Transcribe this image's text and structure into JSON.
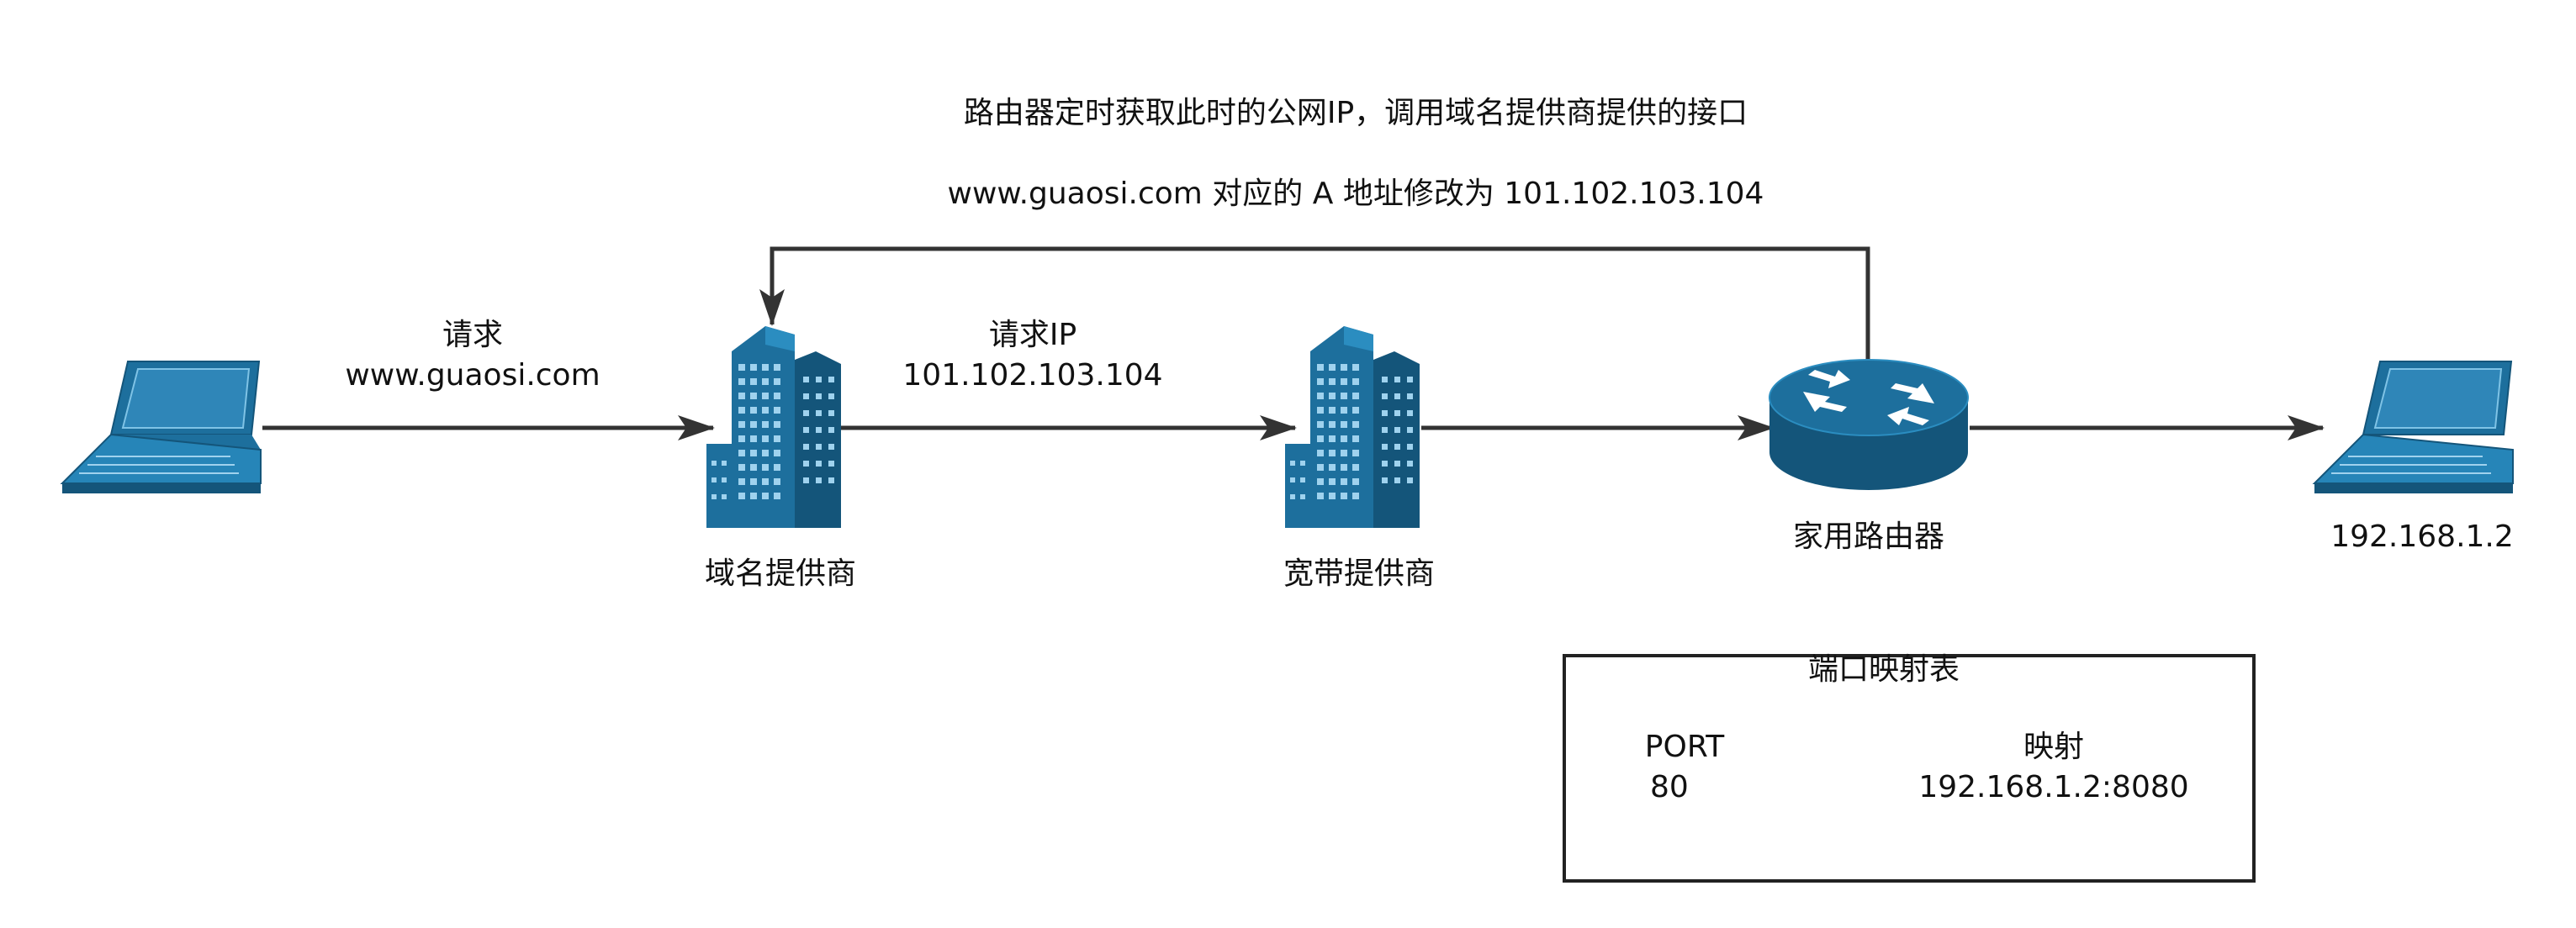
{
  "colors": {
    "device_fill": "#1d6f9d",
    "device_light": "#2b8dc0",
    "device_dark": "#14557a",
    "line": "#333333",
    "text": "#111111"
  },
  "top_note": {
    "line1": "路由器定时获取此时的公网IP，调用域名提供商提供的接口",
    "line2": "www.guaosi.com 对应的 A 地址修改为 101.102.103.104"
  },
  "edges": {
    "request_label_1": "请求",
    "request_label_2": "www.guaosi.com",
    "ip_label_1": "请求IP",
    "ip_label_2": "101.102.103.104"
  },
  "nodes": {
    "client_laptop": {
      "icon": "laptop-icon"
    },
    "dns_provider": {
      "icon": "office-building-icon",
      "label": "域名提供商"
    },
    "isp": {
      "icon": "office-building-icon",
      "label": "宽带提供商"
    },
    "home_router": {
      "icon": "router-icon",
      "label": "家用路由器"
    },
    "target_laptop": {
      "icon": "laptop-icon",
      "label": "192.168.1.2"
    }
  },
  "port_table": {
    "title": "端口映射表",
    "headers": [
      "PORT",
      "映射"
    ],
    "rows": [
      [
        "80",
        "192.168.1.2:8080"
      ]
    ]
  }
}
